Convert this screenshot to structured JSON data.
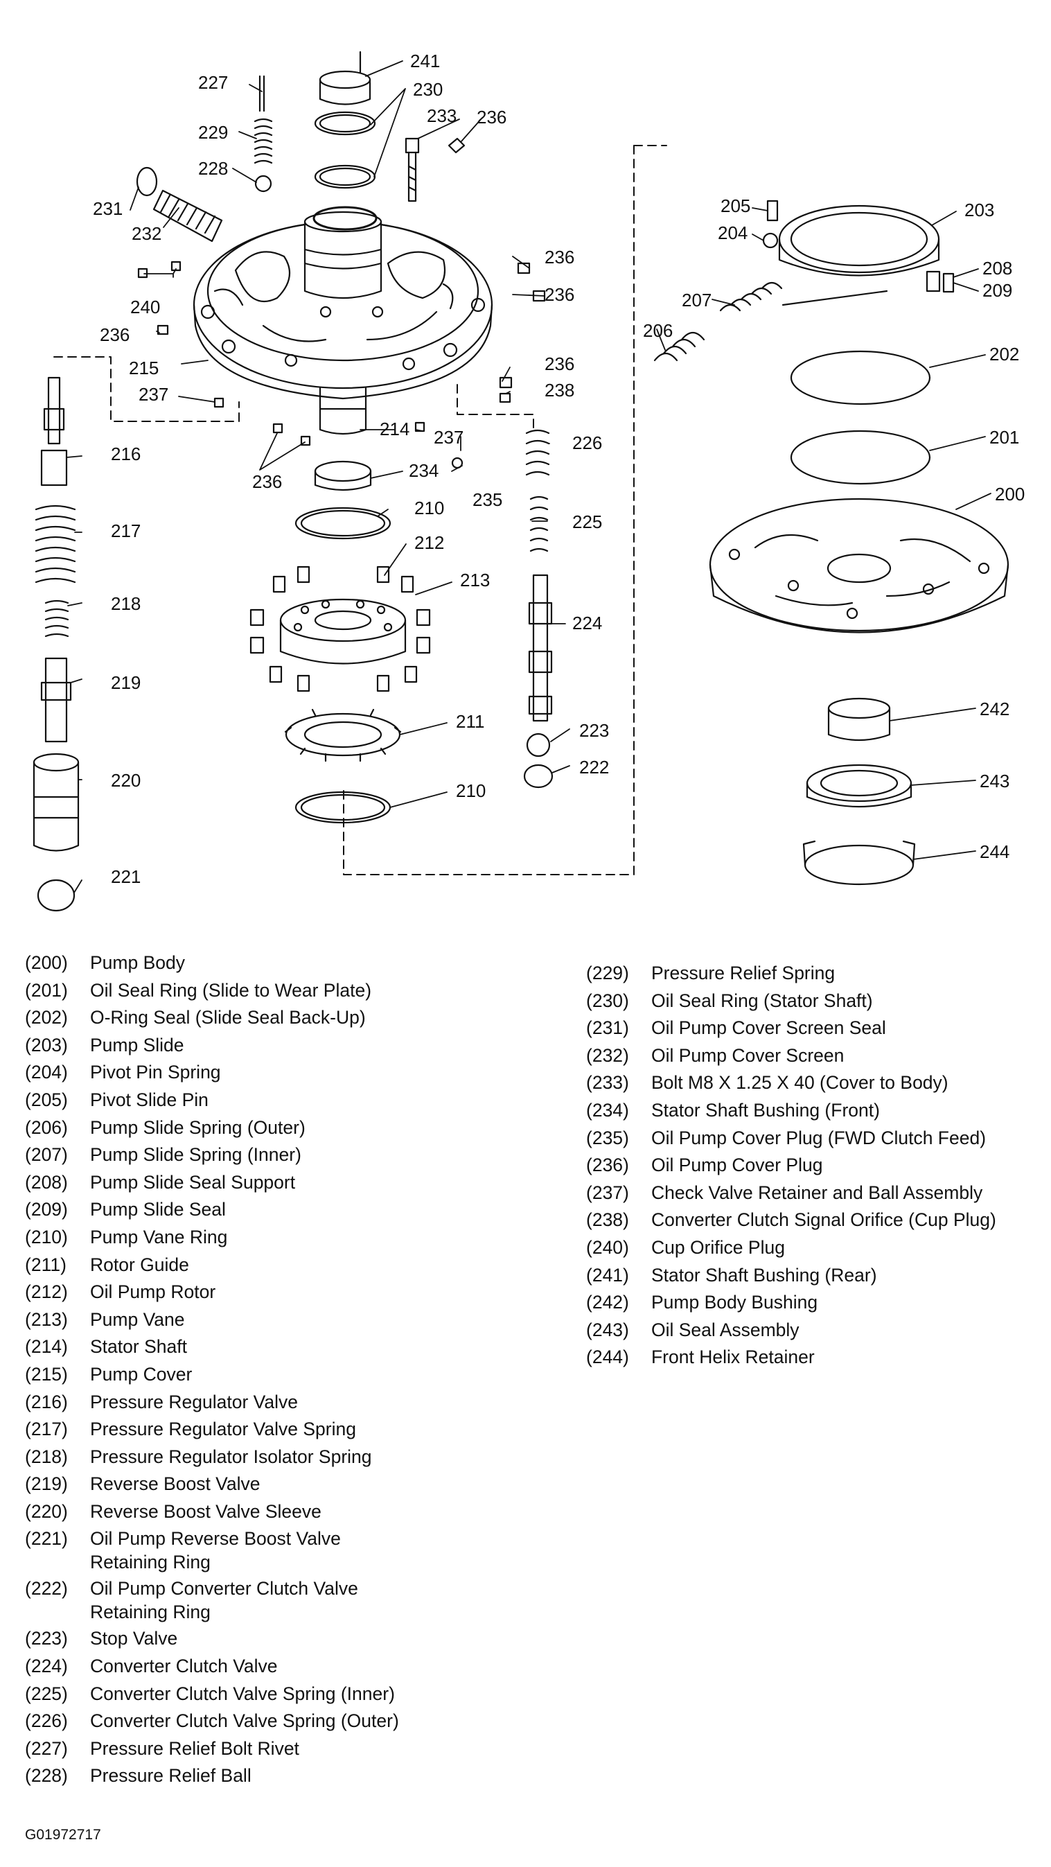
{
  "callouts": {
    "c241": "241",
    "c227": "227",
    "c230": "230",
    "c233": "233",
    "c236a": "236",
    "c229": "229",
    "c228": "228",
    "c231": "231",
    "c232": "232",
    "c240": "240",
    "c236b": "236",
    "c236c": "236",
    "c236d": "236",
    "c215": "215",
    "c237a": "237",
    "c236e": "236",
    "c238": "238",
    "c214": "214",
    "c237b": "237",
    "c216": "216",
    "c236f": "236",
    "c234": "234",
    "c235": "235",
    "c226": "226",
    "c210a": "210",
    "c212": "212",
    "c213": "213",
    "c217": "217",
    "c225": "225",
    "c218": "218",
    "c224": "224",
    "c219": "219",
    "c211": "211",
    "c223": "223",
    "c222": "222",
    "c220": "220",
    "c210b": "210",
    "c221": "221",
    "c205": "205",
    "c203": "203",
    "c204": "204",
    "c208": "208",
    "c209": "209",
    "c207": "207",
    "c206": "206",
    "c202": "202",
    "c201": "201",
    "c200": "200",
    "c242": "242",
    "c243": "243",
    "c244": "244"
  },
  "legend_left": [
    {
      "num": "(200)",
      "text": "Pump Body"
    },
    {
      "num": "(201)",
      "text": "Oil Seal Ring (Slide to Wear Plate)"
    },
    {
      "num": "(202)",
      "text": "O-Ring Seal (Slide Seal Back-Up)"
    },
    {
      "num": "(203)",
      "text": "Pump Slide"
    },
    {
      "num": "(204)",
      "text": "Pivot Pin Spring"
    },
    {
      "num": "(205)",
      "text": "Pivot Slide Pin"
    },
    {
      "num": "(206)",
      "text": "Pump Slide Spring (Outer)"
    },
    {
      "num": "(207)",
      "text": "Pump Slide Spring (Inner)"
    },
    {
      "num": "(208)",
      "text": "Pump Slide Seal Support"
    },
    {
      "num": "(209)",
      "text": "Pump Slide Seal"
    },
    {
      "num": "(210)",
      "text": "Pump Vane Ring"
    },
    {
      "num": "(211)",
      "text": "Rotor Guide"
    },
    {
      "num": "(212)",
      "text": "Oil Pump Rotor"
    },
    {
      "num": "(213)",
      "text": "Pump Vane"
    },
    {
      "num": "(214)",
      "text": "Stator Shaft"
    },
    {
      "num": "(215)",
      "text": "Pump Cover"
    },
    {
      "num": "(216)",
      "text": "Pressure Regulator Valve"
    },
    {
      "num": "(217)",
      "text": "Pressure Regulator Valve Spring"
    },
    {
      "num": "(218)",
      "text": "Pressure Regulator Isolator Spring"
    },
    {
      "num": "(219)",
      "text": "Reverse Boost Valve"
    },
    {
      "num": "(220)",
      "text": "Reverse Boost Valve Sleeve"
    },
    {
      "num": "(221)",
      "text": "Oil Pump Reverse Boost Valve\nRetaining Ring"
    },
    {
      "num": "(222)",
      "text": "Oil Pump Converter Clutch Valve\nRetaining Ring"
    },
    {
      "num": "(223)",
      "text": "Stop Valve"
    },
    {
      "num": "(224)",
      "text": "Converter Clutch Valve"
    },
    {
      "num": "(225)",
      "text": "Converter Clutch Valve Spring (Inner)"
    },
    {
      "num": "(226)",
      "text": "Converter Clutch Valve Spring (Outer)"
    },
    {
      "num": "(227)",
      "text": "Pressure Relief Bolt Rivet"
    },
    {
      "num": "(228)",
      "text": "Pressure Relief Ball"
    }
  ],
  "legend_right": [
    {
      "num": "(229)",
      "text": "Pressure Relief Spring"
    },
    {
      "num": "(230)",
      "text": "Oil Seal Ring (Stator Shaft)"
    },
    {
      "num": "(231)",
      "text": "Oil Pump Cover Screen Seal"
    },
    {
      "num": "(232)",
      "text": "Oil Pump Cover Screen"
    },
    {
      "num": "(233)",
      "text": "Bolt M8 X 1.25 X 40 (Cover to Body)"
    },
    {
      "num": "(234)",
      "text": "Stator Shaft Bushing (Front)"
    },
    {
      "num": "(235)",
      "text": "Oil Pump Cover Plug (FWD Clutch Feed)"
    },
    {
      "num": "(236)",
      "text": "Oil Pump Cover Plug"
    },
    {
      "num": "(237)",
      "text": "Check Valve Retainer and Ball Assembly"
    },
    {
      "num": "(238)",
      "text": "Converter Clutch Signal Orifice (Cup Plug)"
    },
    {
      "num": "(240)",
      "text": "Cup Orifice Plug"
    },
    {
      "num": "(241)",
      "text": "Stator Shaft Bushing (Rear)"
    },
    {
      "num": "(242)",
      "text": "Pump Body Bushing"
    },
    {
      "num": "(243)",
      "text": "Oil Seal Assembly"
    },
    {
      "num": "(244)",
      "text": "Front Helix Retainer"
    }
  ],
  "figure_id": "G01972717"
}
